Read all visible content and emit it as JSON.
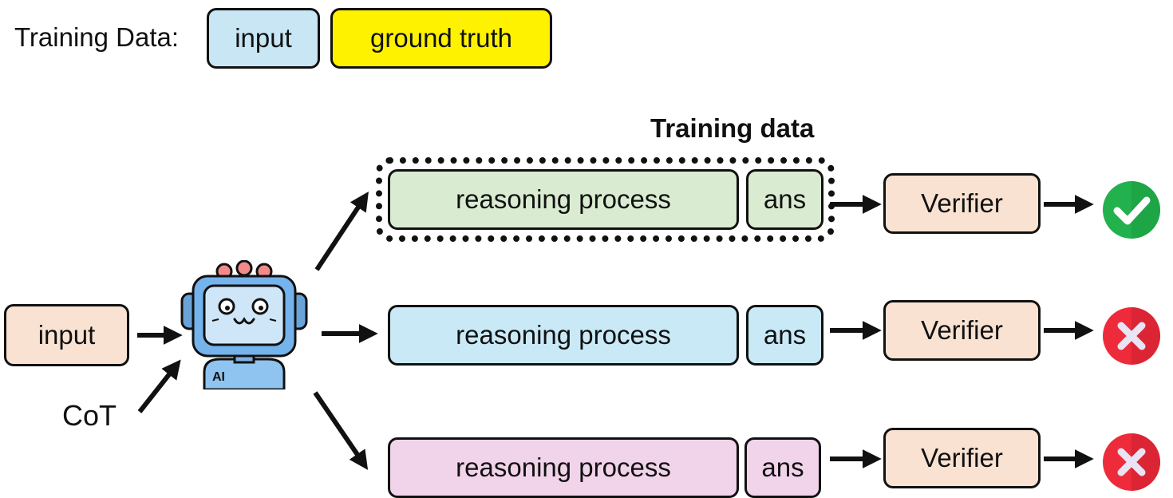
{
  "legend": {
    "label": "Training Data:",
    "input_label": "input",
    "truth_label": "ground truth"
  },
  "pipeline": {
    "input_label": "input",
    "cot_label": "CoT",
    "robot_icon": "ai-robot-icon",
    "robot_badge": "AI",
    "training_data_title": "Training data"
  },
  "rows": [
    {
      "reasoning_label": "reasoning process",
      "ans_label": "ans",
      "verifier_label": "Verifier",
      "result_icon": "check-icon",
      "color": "#d9ecd1",
      "result": "correct"
    },
    {
      "reasoning_label": "reasoning process",
      "ans_label": "ans",
      "verifier_label": "Verifier",
      "result_icon": "cross-icon",
      "color": "#c9e9f7",
      "result": "wrong"
    },
    {
      "reasoning_label": "reasoning process",
      "ans_label": "ans",
      "verifier_label": "Verifier",
      "result_icon": "cross-icon",
      "color": "#f1d3ea",
      "result": "wrong"
    }
  ],
  "colors": {
    "input": "#c8e6f4",
    "ground_truth": "#fff200",
    "pipeline_input": "#f9e2d2",
    "verifier": "#f9e2d2",
    "check": "#22b14c",
    "cross": "#ee2b3b"
  }
}
